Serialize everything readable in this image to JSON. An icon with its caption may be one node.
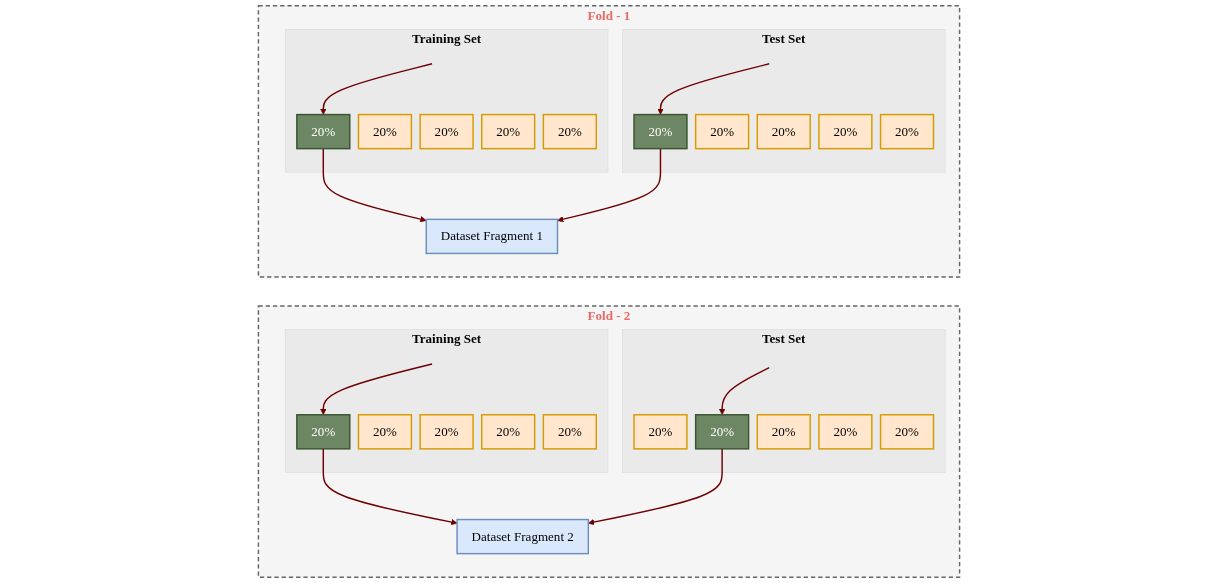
{
  "diagram": {
    "nodes": [
      {
        "text": [
          "Fold - 1"
        ]
      },
      {
        "text": [
          "Training Set"
        ],
        "in": 0
      },
      {
        "text": [
          "20%"
        ],
        "in": 1
      },
      {
        "text": [
          "20%"
        ],
        "in": 1
      },
      {
        "text": [
          "20%"
        ],
        "in": 1
      },
      {
        "text": [
          "20%"
        ],
        "in": 1
      },
      {
        "text": [
          "20%"
        ],
        "in": 1
      },
      {
        "text": [
          "Test Set"
        ],
        "in": 0
      },
      {
        "text": [
          "20%"
        ],
        "in": 7
      },
      {
        "text": [
          "20%"
        ],
        "in": 7
      },
      {
        "text": [
          "20%"
        ],
        "in": 7
      },
      {
        "text": [
          "20%"
        ],
        "in": 7
      },
      {
        "text": [
          "20%"
        ],
        "in": 7
      },
      {
        "text": [
          "Dataset Fragment 1"
        ],
        "in": 0
      },
      {
        "text": [
          "Fold - 2"
        ]
      },
      {
        "text": [
          "Training Set"
        ],
        "in": 14
      },
      {
        "text": [
          "20%"
        ],
        "in": 15
      },
      {
        "text": [
          "20%"
        ],
        "in": 15
      },
      {
        "text": [
          "20%"
        ],
        "in": 15
      },
      {
        "text": [
          "20%"
        ],
        "in": 15
      },
      {
        "text": [
          "20%"
        ],
        "in": 15
      },
      {
        "text": [
          "Test Set"
        ],
        "in": 14
      },
      {
        "text": [
          "20%"
        ],
        "in": 21
      },
      {
        "text": [
          "20%"
        ],
        "in": 21
      },
      {
        "text": [
          "20%"
        ],
        "in": 21
      },
      {
        "text": [
          "20%"
        ],
        "in": 21
      },
      {
        "text": [
          "20%"
        ],
        "in": 21
      },
      {
        "text": [
          "Dataset Fragment 2"
        ],
        "in": 14
      }
    ],
    "edges": [
      {
        "from": null,
        "to": 2,
        "arrow": "to"
      },
      {
        "from": null,
        "to": 8,
        "arrow": "to"
      },
      {
        "from": 2,
        "to": 13,
        "arrow": "to"
      },
      {
        "from": 8,
        "to": 13,
        "arrow": "to"
      },
      {
        "from": null,
        "to": 17,
        "arrow": "to"
      },
      {
        "from": null,
        "to": 23,
        "arrow": "to"
      },
      {
        "from": 17,
        "to": 27,
        "arrow": "to"
      },
      {
        "from": 23,
        "to": 27,
        "arrow": "to"
      }
    ]
  }
}
